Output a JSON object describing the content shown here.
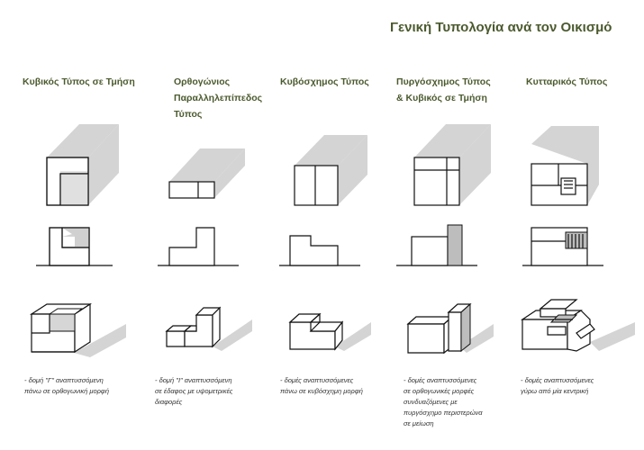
{
  "title": "Γενική Τυπολογία ανά τον Οικισμό",
  "columns": [
    {
      "heading": [
        "Κυβικός Τύπος σε Τμήση"
      ],
      "description": [
        "- δομή \"Γ\" αναπτυσσόμενη",
        "πάνω σε ορθογωνική μορφή"
      ]
    },
    {
      "heading": [
        "Ορθογώνιος",
        "Παραλληλεπίπεδος",
        "Τύπος"
      ],
      "description": [
        "- δομή \"Ι\" αναπτυσσόμενη",
        "σε έδαφος με υψομετρικές",
        "διαφορές"
      ]
    },
    {
      "heading": [
        "Κυβόσχημος Τύπος"
      ],
      "description": [
        "- δομές αναπτυσσόμενες",
        "πάνω σε κυβόσχημη μορφή"
      ]
    },
    {
      "heading": [
        "Πυργόσχημος Τύπος",
        "& Κυβικός σε Τμήση"
      ],
      "description": [
        "- δομές αναπτυσσόμενες",
        "σε ορθογωνικές μορφές",
        "συνδυαζόμενες με",
        "πυργόσχημο περιστερώνα",
        "σε μείωση"
      ]
    },
    {
      "heading": [
        "Κυτταρικός Τύπος"
      ],
      "description": [
        "- δομές αναπτυσσόμενες",
        "γύρω από μία κεντρική"
      ]
    }
  ],
  "colors": {
    "heading": "#4b5a2e",
    "shadow": "#d4d4d4",
    "ink": "#111111"
  }
}
